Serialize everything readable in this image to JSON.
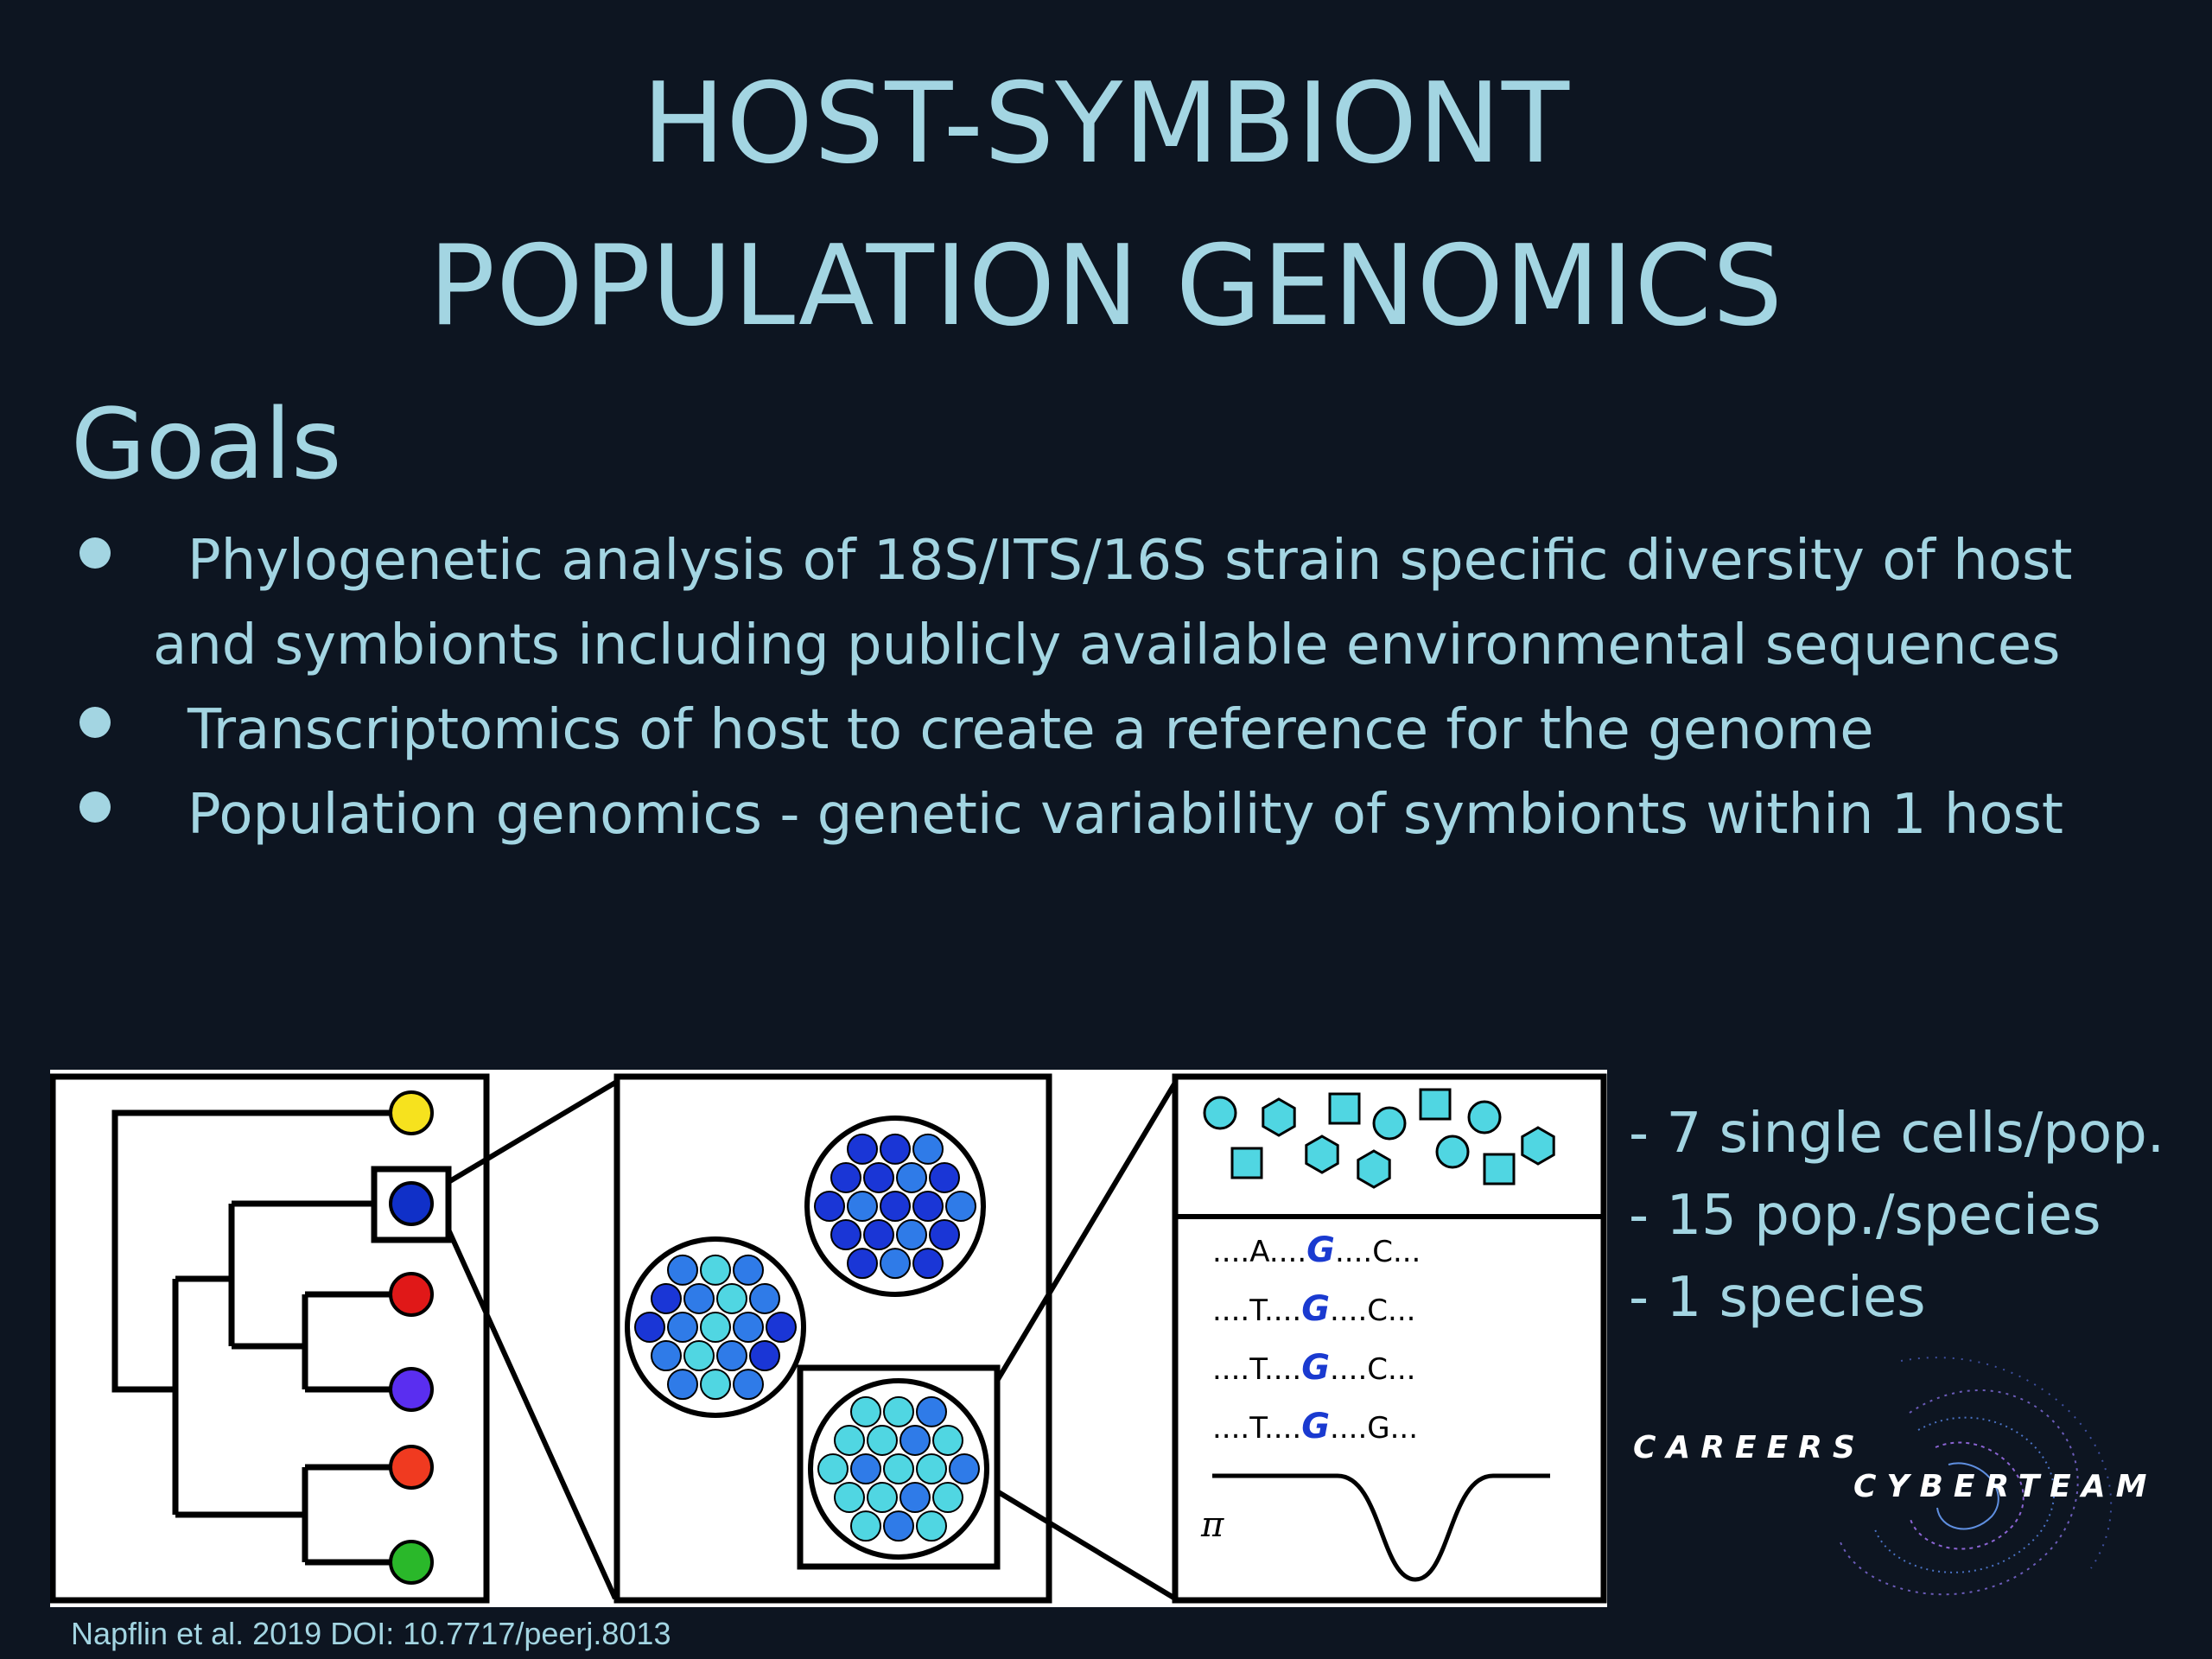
{
  "slide": {
    "title_line1": "HOST-SYMBIONT",
    "title_line2": "POPULATION GENOMICS",
    "goals_heading": "Goals",
    "bullets": [
      {
        "line1": "Phylogenetic analysis of 18S/ITS/16S strain specific diversity of host",
        "line2": "and symbionts including publicly available environmental sequences"
      },
      {
        "line1": "Transcriptomics of host to create a reference for the genome"
      },
      {
        "line1": "Population genomics - genetic variability of symbionts within 1 host"
      }
    ],
    "stats": [
      "- 7 single cells/pop.",
      "- 15 pop./species",
      "- 1 species"
    ],
    "citation": "Napflin et al. 2019 DOI: 10.7717/peerj.8013"
  },
  "figure": {
    "alignment_rows": [
      [
        "....A....",
        "G",
        "....C..."
      ],
      [
        "....T....",
        "G",
        "....C..."
      ],
      [
        "....T....",
        "G",
        "....C..."
      ],
      [
        "....T....",
        "G",
        "....G..."
      ]
    ],
    "pi_label": "π",
    "tip_colors": [
      "#f6e21e",
      "#1030c8",
      "#e01818",
      "#5a2ef0",
      "#f03a20",
      "#2ab82a"
    ],
    "colors": {
      "dark_blue": "#1a36d6",
      "mid_blue": "#2f7be8",
      "cyan": "#50d6e2",
      "highlight_g": "#1a3ad0"
    }
  },
  "logo": {
    "word1": "CAREERS",
    "word2": "CYBERTEAM"
  }
}
